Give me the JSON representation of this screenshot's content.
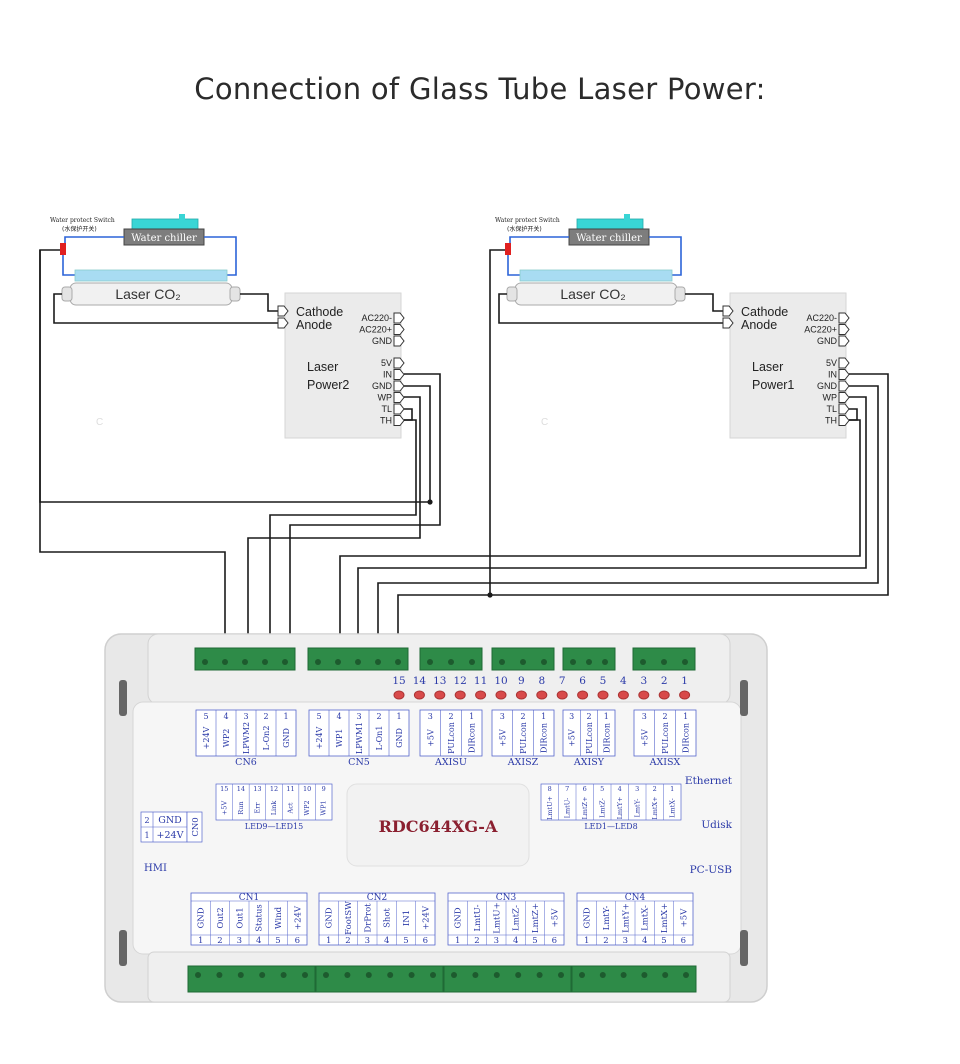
{
  "title": "Connection of Glass Tube Laser Power:",
  "left_unit": {
    "water_switch_label": "Water protect Switch",
    "water_switch_sub": "(水保护开关)",
    "chiller_label": "Water chiller",
    "tube_label": "Laser CO₂",
    "cathode_label": "Cathode",
    "anode_label": "Anode",
    "psu_name_line1": "Laser",
    "psu_name_line2": "Power2",
    "terminals_ac": [
      "AC220-",
      "AC220+",
      "GND"
    ],
    "terminals_sig": [
      "5V",
      "IN",
      "GND",
      "WP",
      "TL",
      "TH"
    ]
  },
  "right_unit": {
    "water_switch_label": "Water protect Switch",
    "water_switch_sub": "(水保护开关)",
    "chiller_label": "Water chiller",
    "tube_label": "Laser CO₂",
    "cathode_label": "Cathode",
    "anode_label": "Anode",
    "psu_name_line1": "Laser",
    "psu_name_line2": "Power1",
    "terminals_ac": [
      "AC220-",
      "AC220+",
      "GND"
    ],
    "terminals_sig": [
      "5V",
      "IN",
      "GND",
      "WP",
      "TL",
      "TH"
    ]
  },
  "controller": {
    "model": "RDC644XG-A",
    "led_numbers": [
      "15",
      "14",
      "13",
      "12",
      "11",
      "10",
      "9",
      "8",
      "7",
      "6",
      "5",
      "4",
      "3",
      "2",
      "1"
    ],
    "top_blocks": [
      {
        "name": "CN6",
        "nums": [
          "5",
          "4",
          "3",
          "2",
          "1"
        ],
        "pins": [
          "+24V",
          "WP2",
          "LPWM2",
          "L-On2",
          "GND"
        ]
      },
      {
        "name": "CN5",
        "nums": [
          "5",
          "4",
          "3",
          "2",
          "1"
        ],
        "pins": [
          "+24V",
          "WP1",
          "LPWM1",
          "L-On1",
          "GND"
        ]
      },
      {
        "name": "AXISU",
        "nums": [
          "3",
          "2",
          "1"
        ],
        "pins": [
          "+5V",
          "PULcon",
          "DIRcon"
        ]
      },
      {
        "name": "AXISZ",
        "nums": [
          "3",
          "2",
          "1"
        ],
        "pins": [
          "+5V",
          "PULcon",
          "DIRcon"
        ]
      },
      {
        "name": "AXISY",
        "nums": [
          "3",
          "2",
          "1"
        ],
        "pins": [
          "+5V",
          "PULcon",
          "DIRcon"
        ]
      },
      {
        "name": "AXISX",
        "nums": [
          "3",
          "2",
          "1"
        ],
        "pins": [
          "+5V",
          "PULcon",
          "DIRcon"
        ]
      }
    ],
    "led_left": {
      "nums": [
        "15",
        "14",
        "13",
        "12",
        "11",
        "10",
        "9"
      ],
      "pins": [
        "+5V",
        "Run",
        "Err",
        "Link",
        "Act",
        "WP2",
        "WP1"
      ],
      "name": "LED9—LED15"
    },
    "led_right": {
      "nums": [
        "8",
        "7",
        "6",
        "5",
        "4",
        "3",
        "2",
        "1"
      ],
      "pins": [
        "LmtU+",
        "LmtU-",
        "LmtZ+",
        "LmtZ-",
        "LmtY+",
        "LmtY-",
        "LmtX+",
        "LmtX-"
      ],
      "name": "LED1—LED8"
    },
    "hmi": {
      "label": "HMI",
      "rows": [
        [
          "2",
          "GND"
        ],
        [
          "1",
          "+24V"
        ]
      ],
      "cn": "CN0"
    },
    "right_labels": [
      "Ethernet",
      "Udisk",
      "PC-USB"
    ],
    "bottom_blocks": [
      {
        "name": "CN1",
        "pins": [
          "GND",
          "Out2",
          "Out1",
          "Status",
          "Wind",
          "+24V"
        ],
        "nums": [
          "1",
          "2",
          "3",
          "4",
          "5",
          "6"
        ]
      },
      {
        "name": "CN2",
        "pins": [
          "GND",
          "FootSW",
          "DrProt",
          "Shot",
          "IN1",
          "+24V"
        ],
        "nums": [
          "1",
          "2",
          "3",
          "4",
          "5",
          "6"
        ]
      },
      {
        "name": "CN3",
        "pins": [
          "GND",
          "LmtU-",
          "LmtU+",
          "LmtZ-",
          "LmtZ+",
          "+5V"
        ],
        "nums": [
          "1",
          "2",
          "3",
          "4",
          "5",
          "6"
        ]
      },
      {
        "name": "CN4",
        "pins": [
          "GND",
          "LmtY-",
          "LmtY+",
          "LmtX-",
          "LmtX+",
          "+5V"
        ],
        "nums": [
          "1",
          "2",
          "3",
          "4",
          "5",
          "6"
        ]
      }
    ]
  },
  "colors": {
    "wire": "#1a1a1a",
    "water_hose": "#2c64d8",
    "connector": "#2e8b48",
    "led": "#d84a4a",
    "board_text": "#2b3aa8",
    "model_text": "#8b2030"
  }
}
